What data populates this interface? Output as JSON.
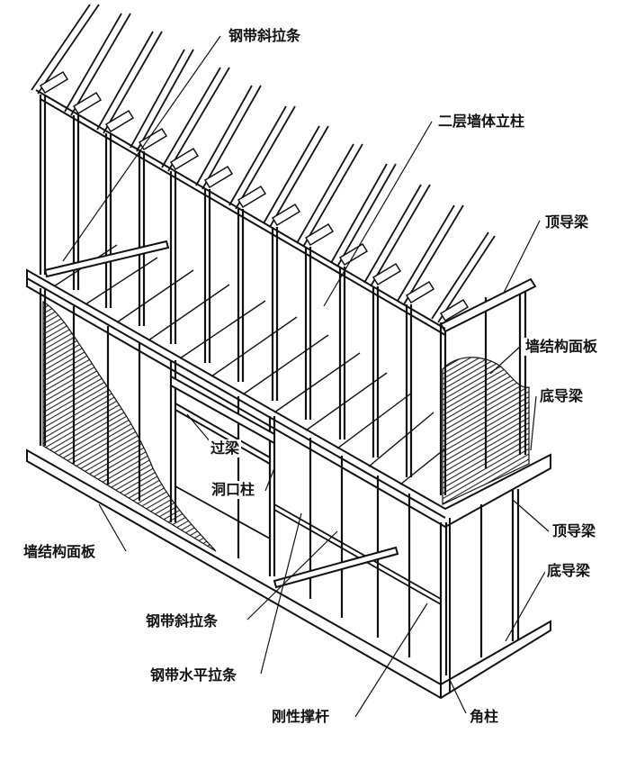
{
  "labels": {
    "brace_top": "钢带斜拉条",
    "second_floor_stud": "二层墙体立柱",
    "top_track_upper": "顶导梁",
    "sheathing_right": "墙结构面板",
    "bottom_track_upper": "底导梁",
    "header": "过梁",
    "jack_stud": "洞口柱",
    "sheathing_left": "墙结构面板",
    "top_track_lower": "顶导梁",
    "bottom_track_lower": "底导梁",
    "brace_bottom": "钢带斜拉条",
    "strap_horizontal": "钢带水平拉条",
    "rigid_blocking": "刚性撑杆",
    "corner_post": "角柱"
  },
  "colors": {
    "line": "#111111",
    "hatch": "#222222",
    "background": "#ffffff"
  }
}
